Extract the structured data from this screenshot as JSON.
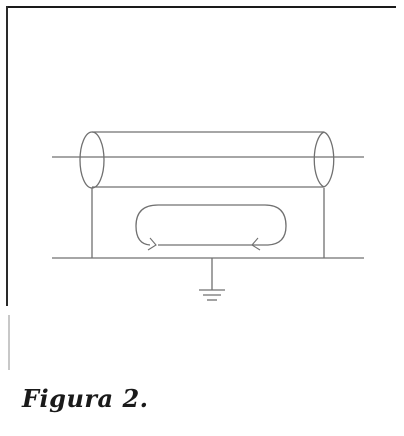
{
  "caption": "Figura 2.",
  "colors": {
    "line": "#707070",
    "frame": "#1a1a1a",
    "text": "#1a1a1a"
  },
  "components": [
    "coaxial-cable",
    "ground-plane",
    "current-loop",
    "ground-symbol"
  ]
}
